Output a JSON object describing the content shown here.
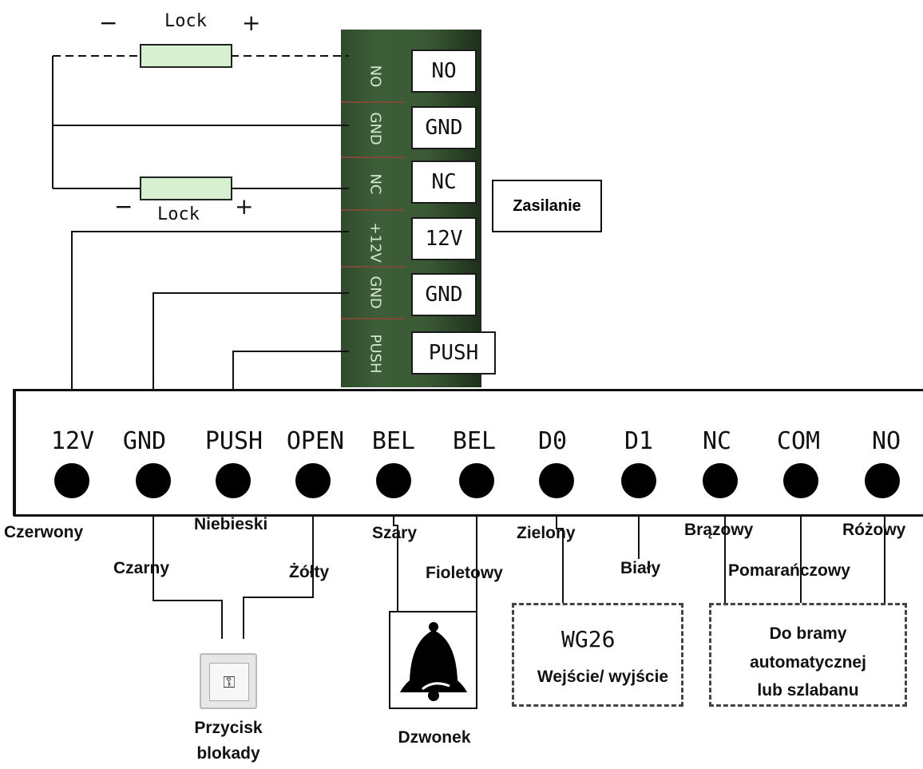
{
  "lock_top": {
    "label": "Lock",
    "minus": "−",
    "plus": "+"
  },
  "lock_bottom": {
    "label": "Lock",
    "minus": "−",
    "plus": "+"
  },
  "strip_labels": [
    "NO",
    "GND",
    "NC",
    "+12V",
    "GND",
    "PUSH"
  ],
  "terminals_right": [
    "NO",
    "GND",
    "NC",
    "12V",
    "GND",
    "PUSH"
  ],
  "power_label": "Zasilanie",
  "panel_terminals": [
    "12V",
    "GND",
    "PUSH",
    "OPEN",
    "BEL",
    "BEL",
    "D0",
    "D1",
    "NC",
    "COM",
    "NO"
  ],
  "wire_colors": {
    "czerwony": "Czerwony",
    "czarny": "Czarny",
    "niebieski": "Niebieski",
    "zolty": "Żółty",
    "szary": "Szary",
    "fioletowy": "Fioletowy",
    "zielony": "Zielony",
    "bialy": "Biały",
    "brazowy": "Brązowy",
    "pomaranczowy": "Pomarańczowy",
    "rozowy": "Różowy"
  },
  "wg26_box": {
    "title": "WG26",
    "subtitle": "Wejście/ wyjście"
  },
  "gate_box": {
    "line1": "Do bramy",
    "line2": "automatycznej",
    "line3": "lub szlabanu"
  },
  "exit_button": {
    "line1": "Przycisk",
    "line2": "blokady",
    "icon": "key-button-icon"
  },
  "bell": {
    "label": "Dzwonek",
    "icon": "bell-icon"
  }
}
